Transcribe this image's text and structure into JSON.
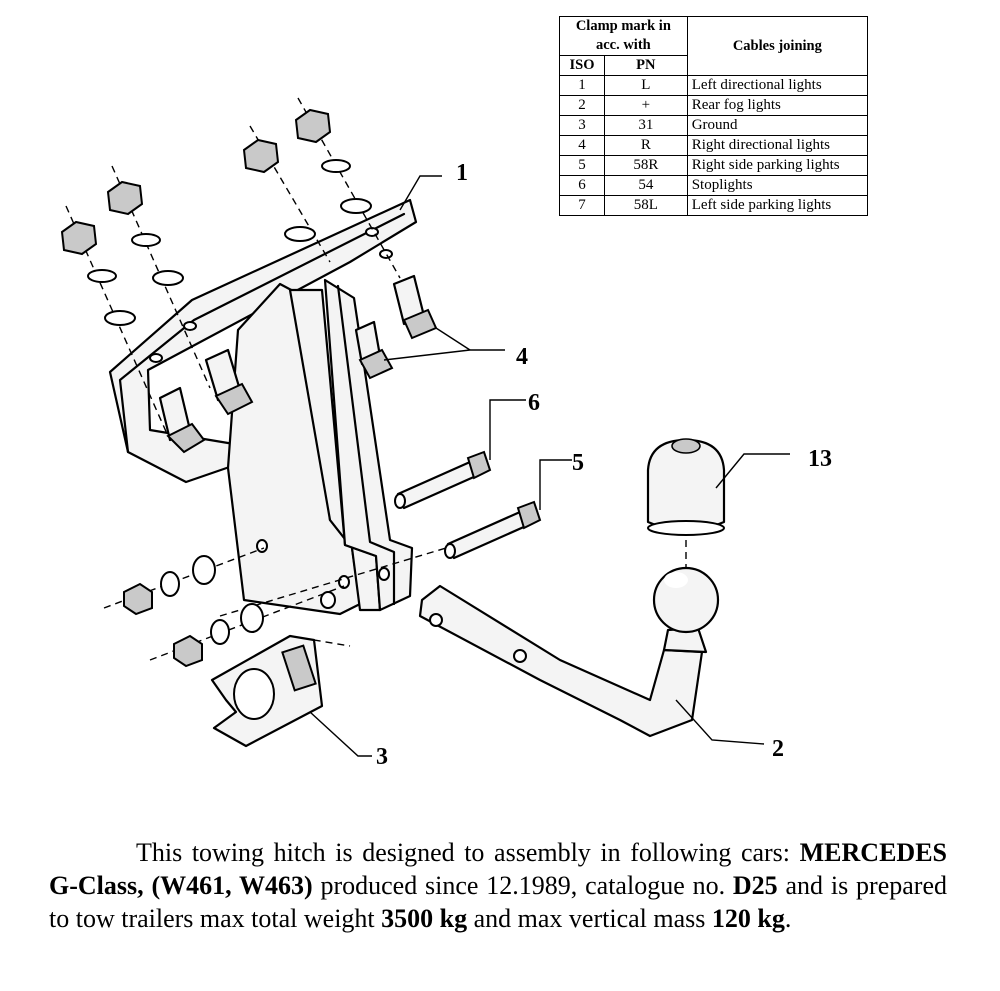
{
  "legend": {
    "header_clamp": "Clamp mark in acc. with",
    "header_iso": "ISO",
    "header_pn": "PN",
    "header_cables": "Cables joining",
    "rows": [
      {
        "iso": "1",
        "pn": "L",
        "cable": "Left directional lights"
      },
      {
        "iso": "2",
        "pn": "+",
        "cable": "Rear fog lights"
      },
      {
        "iso": "3",
        "pn": "31",
        "cable": "Ground"
      },
      {
        "iso": "4",
        "pn": "R",
        "cable": "Right directional lights"
      },
      {
        "iso": "5",
        "pn": "58R",
        "cable": "Right side parking lights"
      },
      {
        "iso": "6",
        "pn": "54",
        "cable": "Stoplights"
      },
      {
        "iso": "7",
        "pn": "58L",
        "cable": "Left side parking lights"
      }
    ]
  },
  "callouts": {
    "c1": "1",
    "c2": "2",
    "c3": "3",
    "c4": "4",
    "c5": "5",
    "c6": "6",
    "c13": "13"
  },
  "description": {
    "p1": "This towing hitch is designed to assembly in following cars: ",
    "car": "MERCEDES G-Class, (W461, W463)",
    "p2": " produced since 12.1989, catalogue no. ",
    "catalogue": "D25",
    "p3": " and is prepared to tow trailers max total weight ",
    "max_weight": "3500 kg",
    "p4": " and max vertical mass ",
    "vertical_mass": "120 kg",
    "p5": "."
  }
}
